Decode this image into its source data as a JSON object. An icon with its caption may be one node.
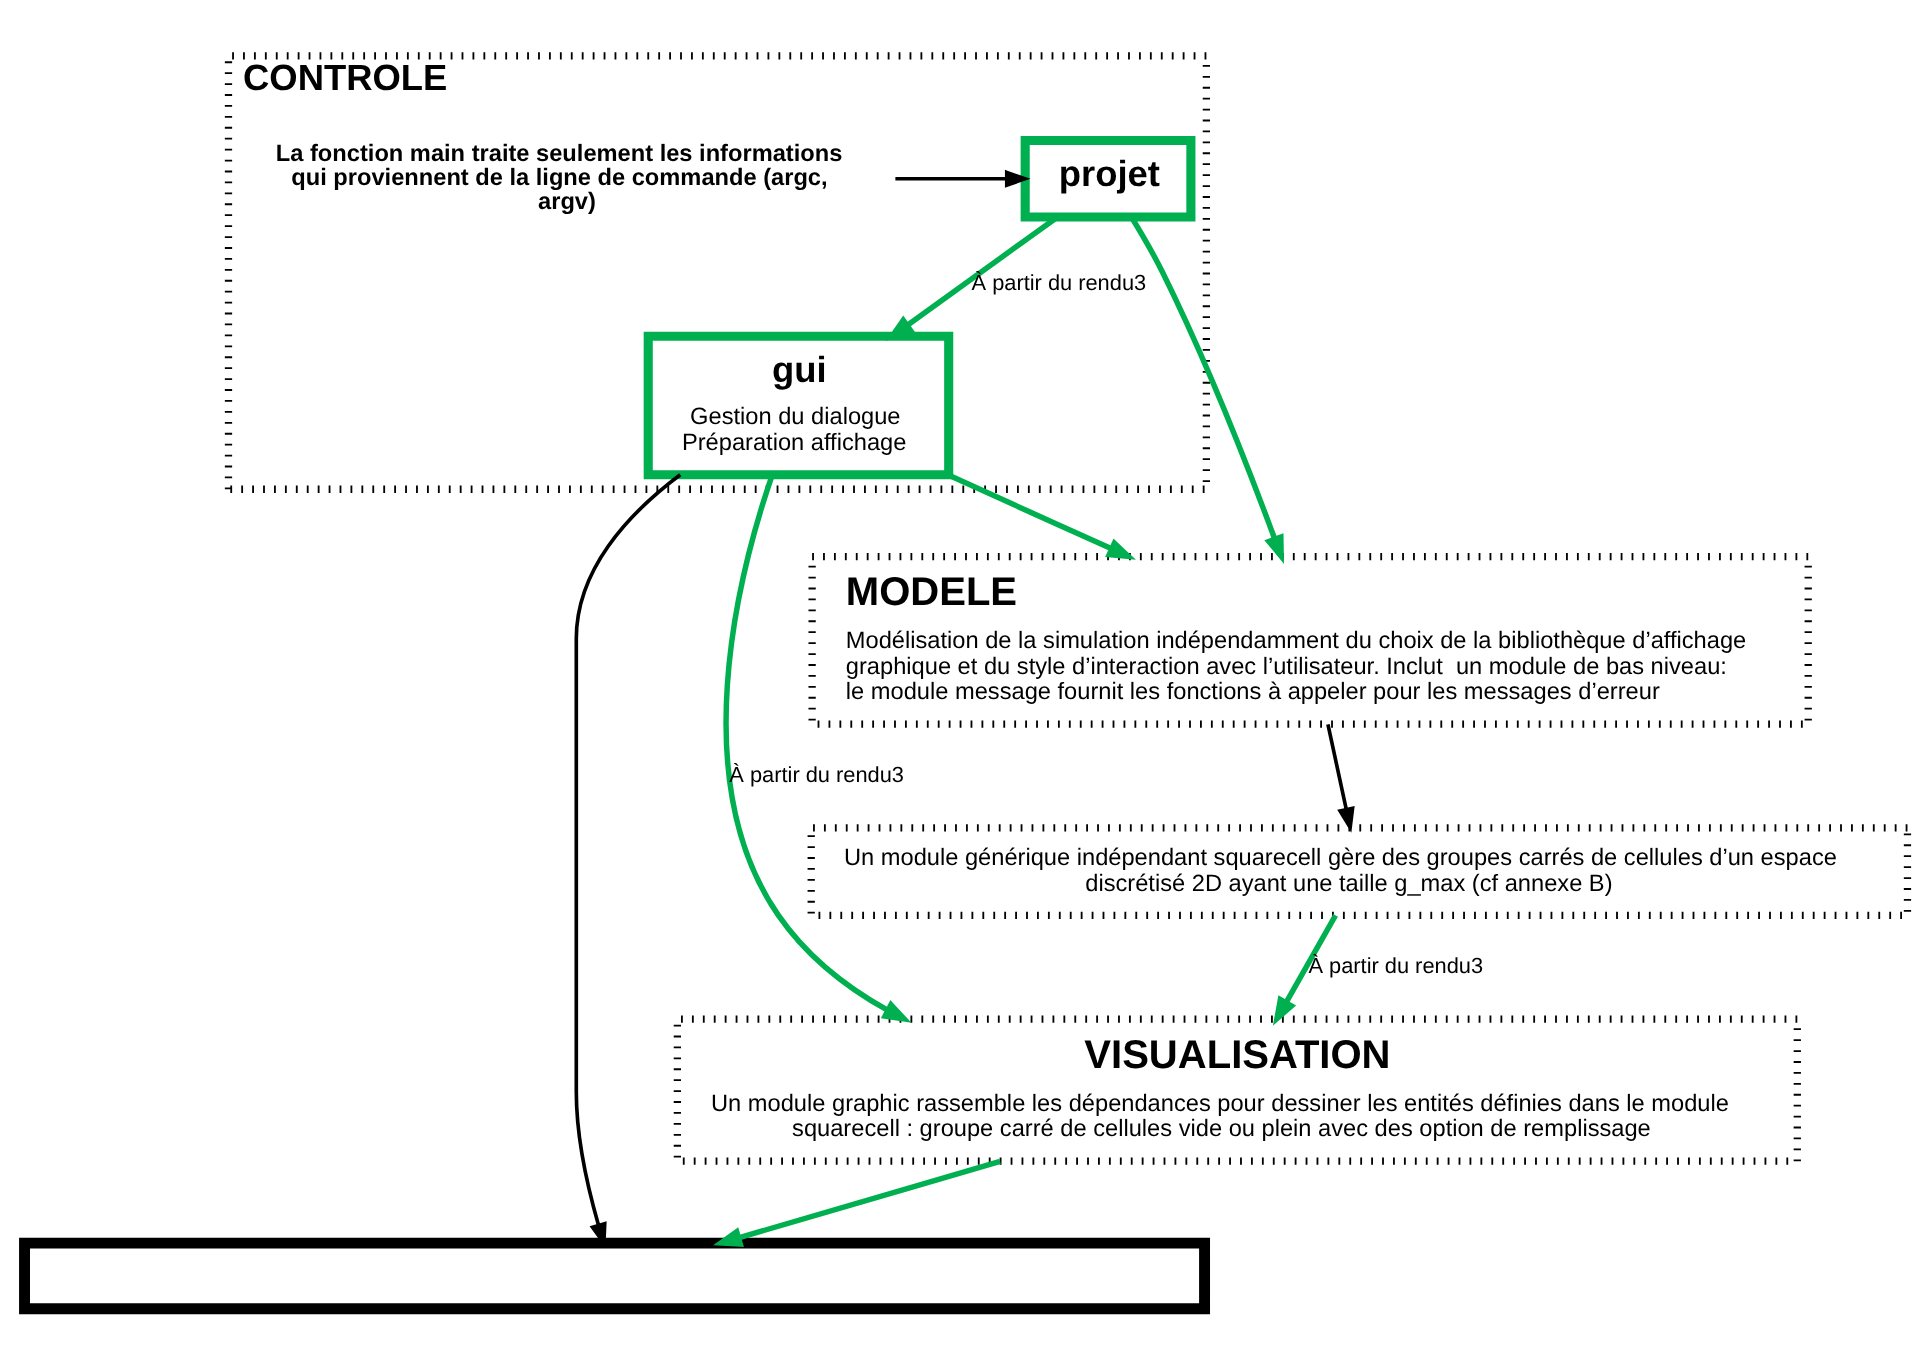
{
  "diagram": {
    "nodes": [
      {
        "text": [
          "CONTROLE"
        ]
      },
      {
        "text": [
          "projet"
        ],
        "in": 0
      },
      {
        "text": [
          "gui",
          "Gestion du dialogue Préparation affichage"
        ],
        "in": 0
      },
      {
        "text": [
          "La fonction main traite seulement les informations qui proviennent de la ligne de commande (argc, argv)"
        ],
        "in": 0
      },
      {
        "text": [
          "MODELE",
          "Modélisation de la simulation indépendamment du choix de la bibliothèque d’affichage graphique et du style d’interaction avec l’utilisateur. Inclut  un module de bas niveau: le module message fournit les fonctions à appeler pour les messages d’erreur"
        ]
      },
      {
        "text": [
          "Un module générique indépendant squarecell gère des groupes carrés de cellules d’un espace discrétisé 2D ayant une taille g_max (cf annexe B)"
        ]
      },
      {
        "text": [
          "VISUALISATION",
          "Un module graphic rassemble les dépendances pour dessiner les entités définies dans le module squarecell : groupe carré de cellules vide ou plein avec des option de remplissage"
        ]
      },
      {
        "text": [],
        "shape": "box"
      }
    ],
    "edges": [
      {
        "from": 3,
        "to": 1,
        "arrow": "to",
        "color": "#000000"
      },
      {
        "from": 1,
        "to": 2,
        "arrow": "to",
        "label": "À partir du rendu3"
      },
      {
        "from": 1,
        "to": 4,
        "arrow": "to"
      },
      {
        "from": 2,
        "to": 4,
        "arrow": "to"
      },
      {
        "from": 4,
        "to": 5,
        "arrow": "to",
        "color": "#000000"
      },
      {
        "from": 5,
        "to": 6,
        "arrow": "to",
        "label": "À partir du rendu3"
      },
      {
        "from": 2,
        "to": 6,
        "arrow": "to",
        "label": "À partir du rendu3"
      },
      {
        "from": 6,
        "to": 7,
        "arrow": "to"
      },
      {
        "from": 2,
        "to": 7,
        "arrow": "to",
        "color": "#000000"
      }
    ]
  }
}
